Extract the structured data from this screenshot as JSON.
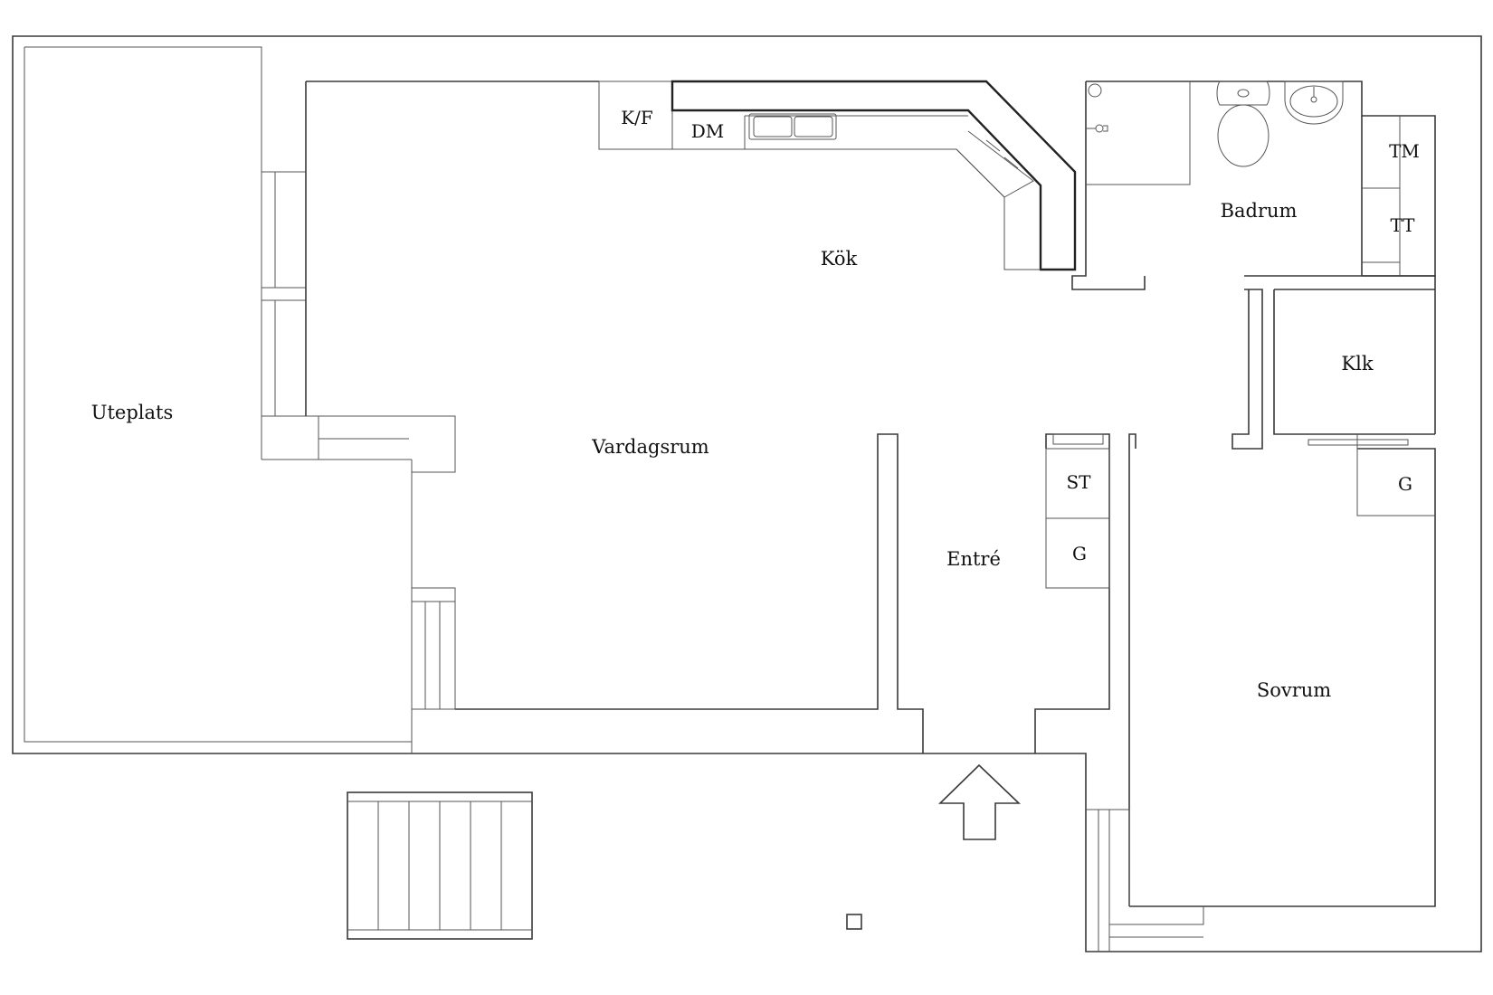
{
  "plan": {
    "rooms": {
      "uteplats": "Uteplats",
      "vardagsrum": "Vardagsrum",
      "kok": "Kök",
      "badrum": "Badrum",
      "klk": "Klk",
      "entre": "Entré",
      "sovrum": "Sovrum"
    },
    "fixtures": {
      "kf": "K/F",
      "dm": "DM",
      "tm": "TM",
      "tt": "TT",
      "st": "ST",
      "g_entre": "G",
      "g_sovrum": "G"
    }
  }
}
